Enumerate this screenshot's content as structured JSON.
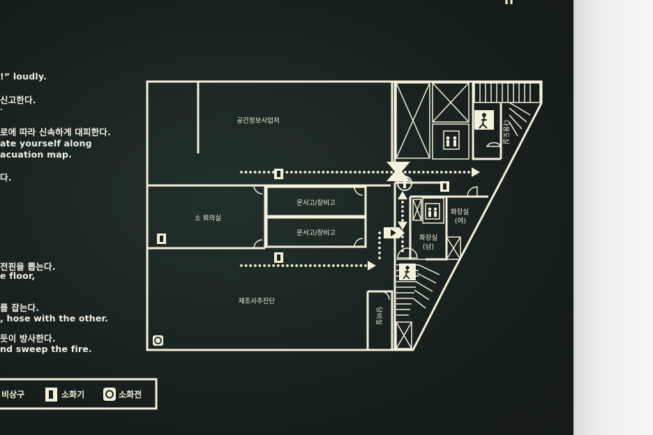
{
  "instructions": [
    "!” loudly.",
    "신고한다.",
    ".",
    "로에 따라 신속하게 대피한다.",
    "ate yourself along",
    "acuation map.",
    "다.",
    "전핀을 뽑는다.",
    "e floor,",
    "를 잡는다.",
    ", hose with the other.",
    "듯이 방사한다.",
    "nd sweep the fire."
  ],
  "rooms": {
    "spatial_info": "공간정보사업처",
    "small_meeting": "소 회의실",
    "archive_1": "문서고/장비고",
    "archive_2": "문서고/장비고",
    "rebuild": "재조사추진단",
    "duty_room": "당비실",
    "toilet_f": "화장실",
    "toilet_f_sub": "(여)",
    "toilet_m": "화장실",
    "toilet_m_sub": "(남)",
    "multipurpose": "다용도실"
  },
  "legend": {
    "exit_label": "비상구",
    "extinguisher_label": "소화기",
    "hydrant_label": "소화전"
  },
  "colors": {
    "board": "#18211e",
    "line": "#f4f2dc",
    "wall": "#eeeeec"
  }
}
